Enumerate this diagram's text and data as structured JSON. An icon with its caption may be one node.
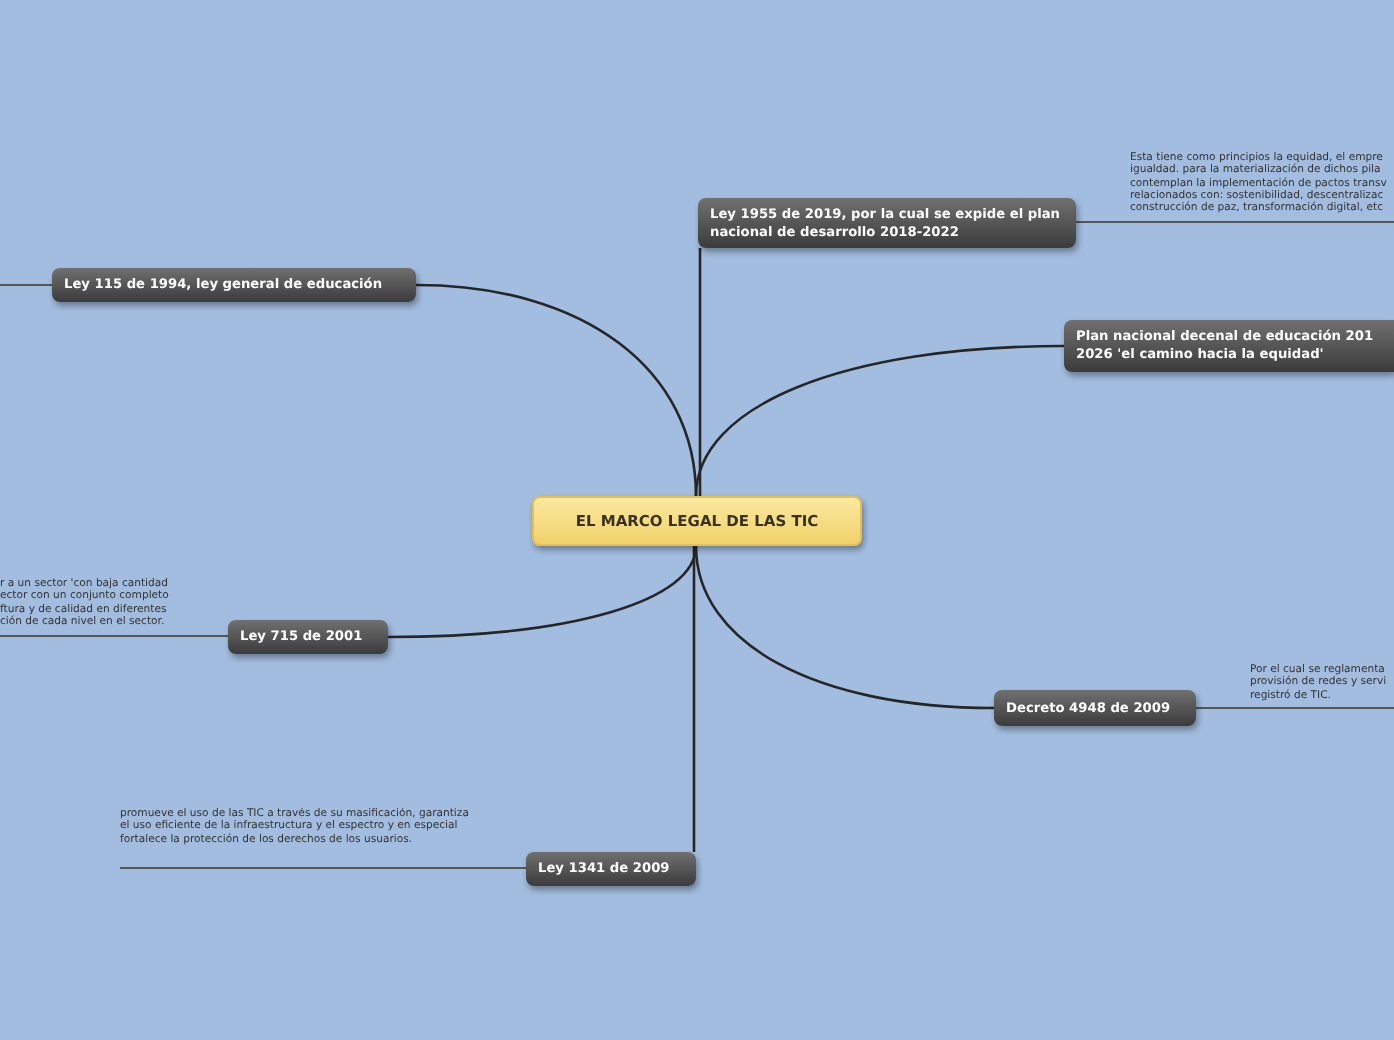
{
  "diagram": {
    "nodes": [
      {
        "text": [
          "EL MARCO LEGAL DE LAS TIC"
        ]
      },
      {
        "text": [
          "Ley 1955 de 2019, por la cual se expide el plan nacional de desarrollo 2018-2022"
        ]
      },
      {
        "text": [
          "Plan nacional decenal de educación 201 2026 'el camino hacia la equidad'"
        ]
      },
      {
        "text": [
          "Decreto 4948 de 2009"
        ]
      },
      {
        "text": [
          "Ley 1341 de 2009"
        ]
      },
      {
        "text": [
          "Ley 715 de 2001"
        ]
      },
      {
        "text": [
          "Ley 115 de 1994, ley general de educación"
        ]
      },
      {
        "text": [
          "Esta tiene como principios la equidad, el empre igualdad.  para la materialización de dichos pila contemplan la implementación de pactos transv relacionados con: sostenibilidad, descentralizac construcción de paz, transformación digital, etc"
        ]
      },
      {
        "text": [
          "Por el cual se reglamenta provisión de redes y servi registró de TIC."
        ]
      },
      {
        "text": [
          "promueve el uso de las TIC a través de su masificación, garantiza el uso eficiente de la infraestructura y el espectro y en especial fortalece la protección de los derechos de los usuarios."
        ]
      },
      {
        "text": [
          "r a un sector 'con baja cantidad ector con un conjunto completo ftura y de calidad en diferentes ción de cada nivel en el sector."
        ]
      }
    ],
    "edges": [
      {
        "from": 0,
        "to": 1,
        "arrow": "none"
      },
      {
        "from": 0,
        "to": 2,
        "arrow": "none"
      },
      {
        "from": 0,
        "to": 3,
        "arrow": "none"
      },
      {
        "from": 0,
        "to": 4,
        "arrow": "none"
      },
      {
        "from": 0,
        "to": 5,
        "arrow": "none"
      },
      {
        "from": 0,
        "to": 6,
        "arrow": "none"
      },
      {
        "from": 1,
        "to": 7,
        "arrow": "none"
      },
      {
        "from": 3,
        "to": 8,
        "arrow": "none"
      },
      {
        "from": 4,
        "to": 9,
        "arrow": "none"
      },
      {
        "from": 5,
        "to": 10,
        "arrow": "none"
      },
      {
        "from": 6,
        "to": null,
        "arrow": "none"
      }
    ]
  }
}
